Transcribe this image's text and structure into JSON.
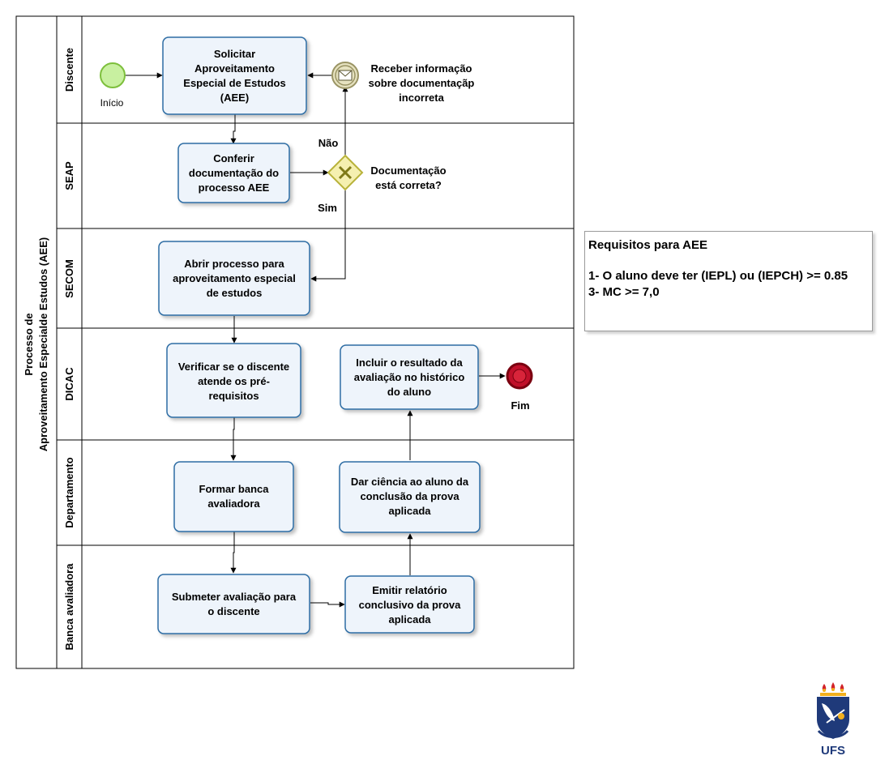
{
  "pool": {
    "title_line1": "Processo de",
    "title_line2": "Aproveitamento Especialde Estudos (AEE)"
  },
  "lanes": [
    "Discente",
    "SEAP",
    "SECOM",
    "DICAC",
    "Departamento",
    "Banca avaliadora"
  ],
  "events": {
    "start": "Início",
    "message": [
      "Receber informação",
      "sobre documentaçãp",
      "incorreta"
    ],
    "end": "Fim"
  },
  "gateway": {
    "label": [
      "Documentação",
      "está correta?"
    ],
    "no": "Não",
    "yes": "Sim"
  },
  "tasks": {
    "solicitar": [
      "Solicitar",
      "Aproveitamento",
      "Especial de Estudos",
      "(AEE)"
    ],
    "conferir": [
      "Conferir",
      "documentação do",
      "processo AEE"
    ],
    "abrir": [
      "Abrir processo para",
      "aproveitamento especial",
      "de estudos"
    ],
    "verificar": [
      "Verificar se o discente",
      "atende os pré-",
      "requisitos"
    ],
    "incluir": [
      "Incluir o resultado da",
      "avaliação no histórico",
      "do aluno"
    ],
    "formar": [
      "Formar banca",
      "avaliadora"
    ],
    "dar_ciencia": [
      "Dar ciência ao aluno da",
      "conclusão da prova",
      "aplicada"
    ],
    "submeter": [
      "Submeter avaliação para",
      "o discente"
    ],
    "emitir": [
      "Emitir relatório",
      "conclusivo da prova",
      "aplicada"
    ]
  },
  "requirements": {
    "title": "Requisitos para AEE",
    "items": [
      "1- O aluno deve ter  (IEPL) ou (IEPCH) >= 0.85",
      "3- MC >= 7,0"
    ]
  },
  "logo": {
    "text": "UFS"
  },
  "colors": {
    "task_fill": "#eef4fb",
    "task_border": "#2e6da4",
    "start_fill": "#c8f0a0",
    "start_stroke": "#7dbf3c",
    "end_fill": "#c0102a",
    "gateway_fill": "#f5f0b0",
    "gateway_stroke": "#b8b23a",
    "message_fill": "#e6e2c0",
    "message_stroke": "#9a9464"
  }
}
